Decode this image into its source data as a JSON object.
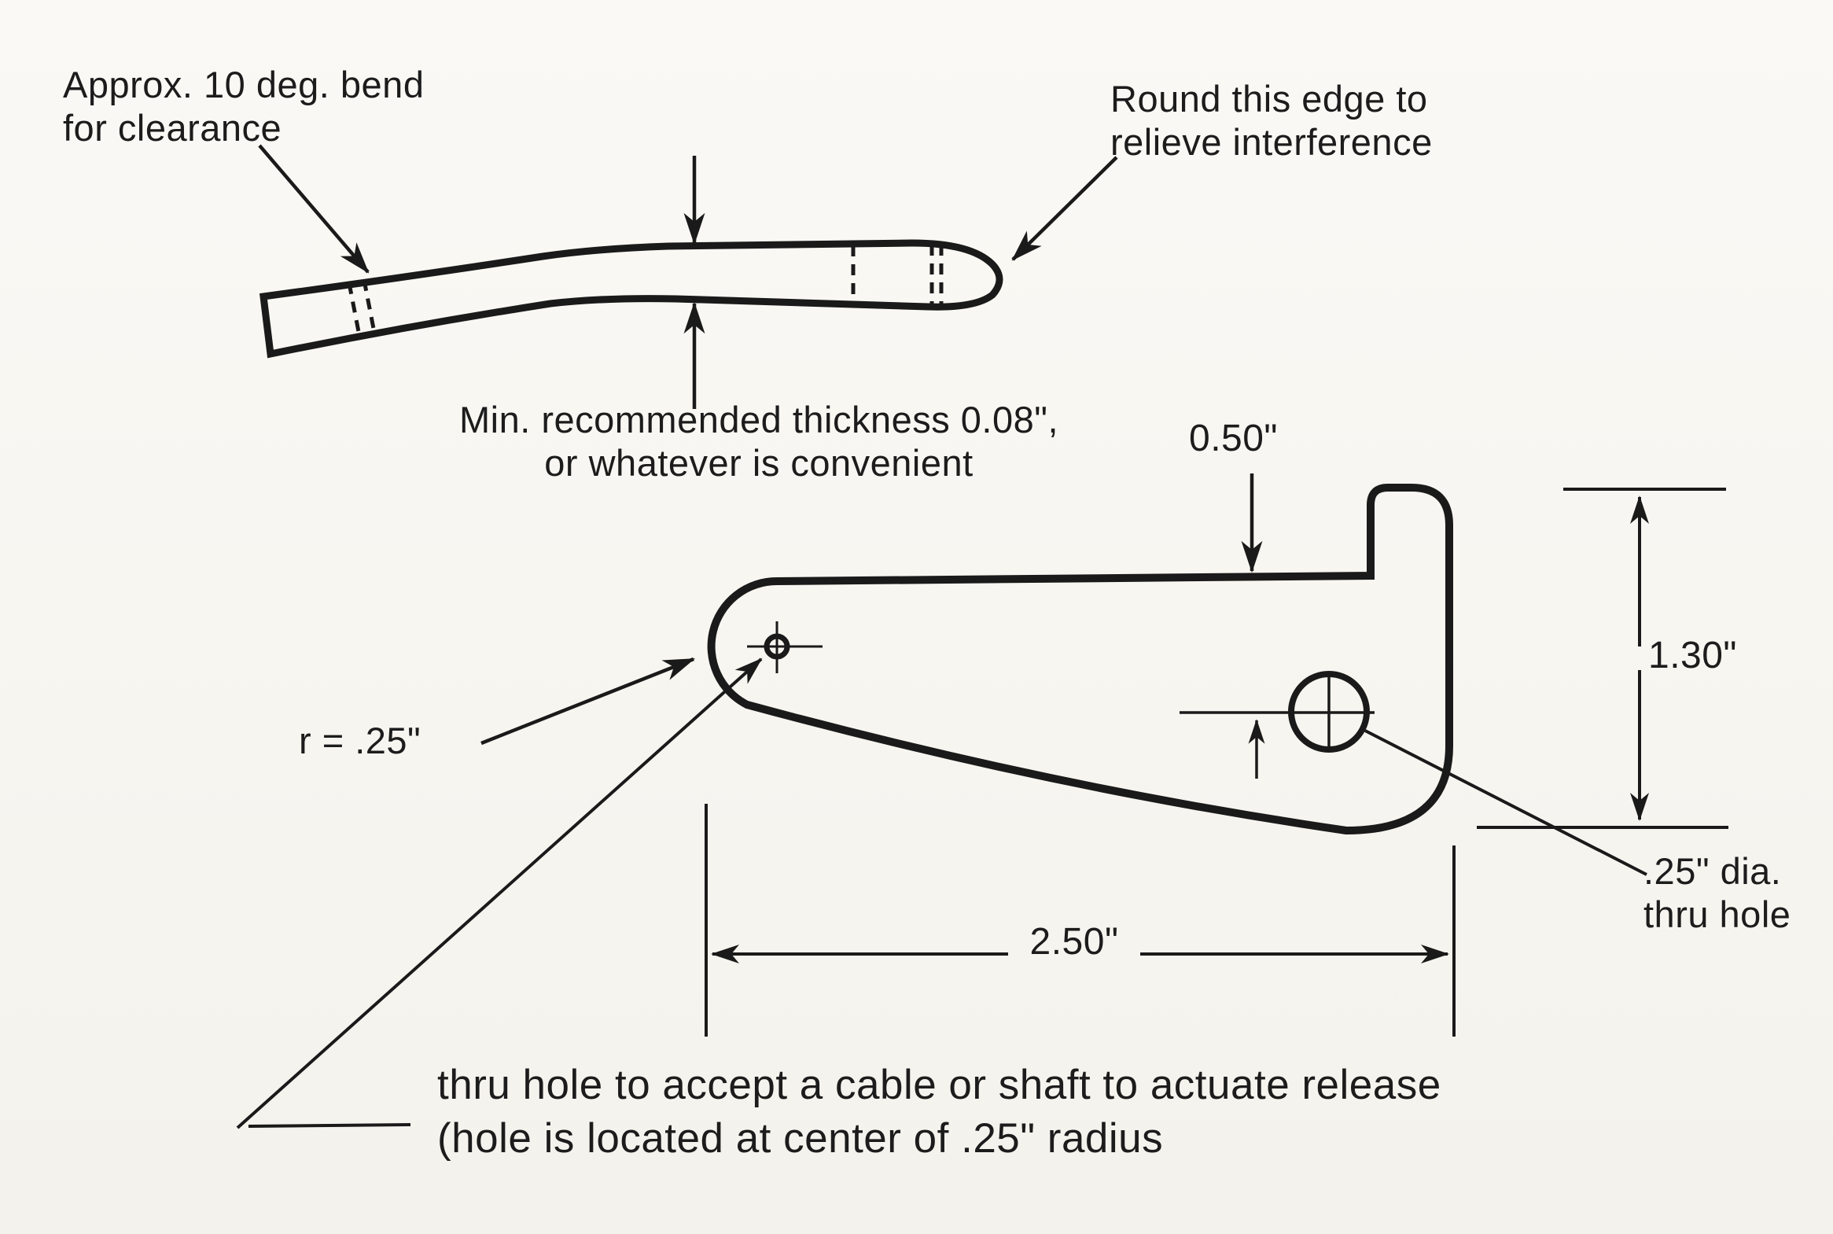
{
  "colors": {
    "background": "#f8f6f1",
    "ink": "#1a1a1a"
  },
  "annotations": {
    "bend_note": "Approx. 10 deg. bend\nfor clearance",
    "round_edge_note": "Round this edge to\nrelieve interference",
    "thickness_note": "Min. recommended thickness 0.08\",\nor whatever is convenient",
    "radius_label": "r = .25\"",
    "hole_dia_label": ".25\" dia.\nthru hole",
    "thru_hole_note": "thru hole to accept a cable or shaft to actuate release\n(hole is located at center of .25\" radius"
  },
  "dimensions": {
    "dim_050": "0.50\"",
    "dim_130": "1.30\"",
    "dim_250": "2.50\""
  }
}
